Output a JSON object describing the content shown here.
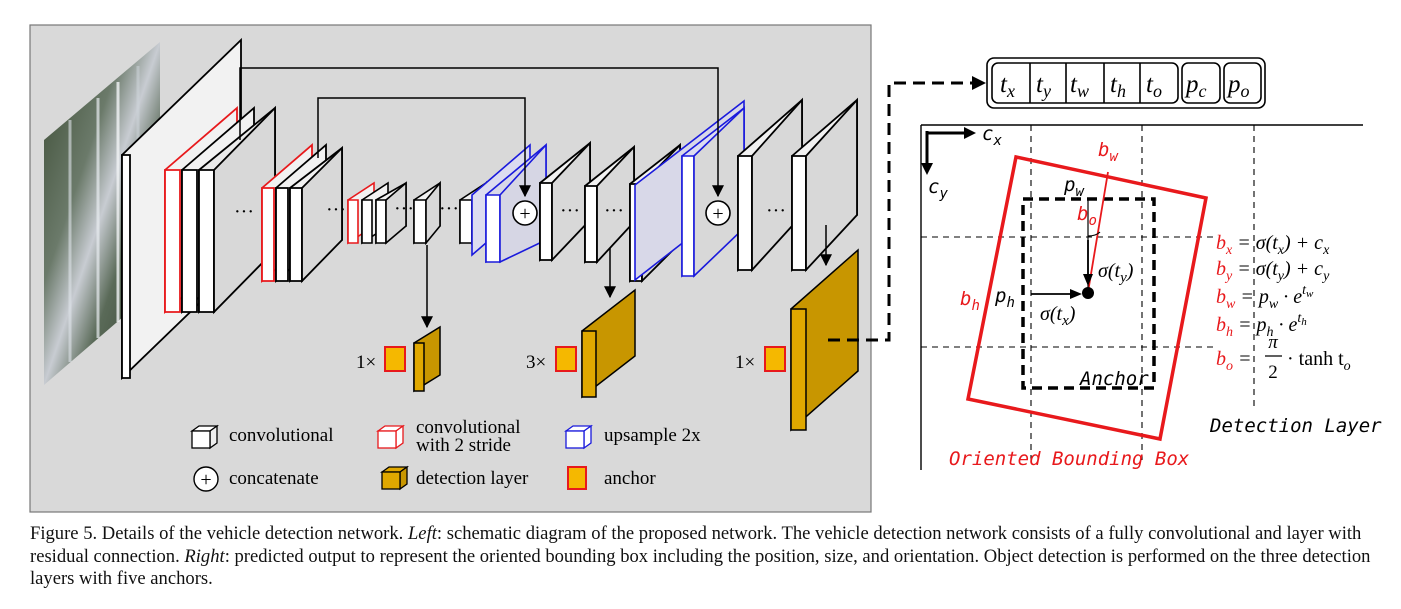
{
  "left_panel": {
    "multipliers": [
      "1×",
      "3×",
      "1×"
    ],
    "legend": {
      "convolutional": "convolutional",
      "stride2_line1": "convolutional",
      "stride2_line2": "with 2 stride",
      "upsample": "upsample 2x",
      "concatenate": "concatenate",
      "detection": "detection layer",
      "anchor": "anchor"
    },
    "dots": "···",
    "plus": "+"
  },
  "output_vector": {
    "cells": [
      {
        "base": "t",
        "sub": "x"
      },
      {
        "base": "t",
        "sub": "y"
      },
      {
        "base": "t",
        "sub": "w"
      },
      {
        "base": "t",
        "sub": "h"
      },
      {
        "base": "t",
        "sub": "o"
      },
      {
        "base": "p",
        "sub": "c"
      },
      {
        "base": "p",
        "sub": "o"
      }
    ]
  },
  "right_panel": {
    "cx_base": "c",
    "cx_sub": "x",
    "cy_base": "c",
    "cy_sub": "y",
    "bw_base": "b",
    "bw_sub": "w",
    "pw_base": "p",
    "pw_sub": "w",
    "bo_base": "b",
    "bo_sub": "o",
    "bh_base": "b",
    "bh_sub": "h",
    "ph_base": "p",
    "ph_sub": "h",
    "sigma_ty": "σ(t",
    "sigma_ty_sub": "y",
    "sigma_tx": "σ(t",
    "sigma_tx_sub": "x",
    "anchor_label": "Anchor",
    "detection_layer_label": "Detection Layer",
    "obb_label": "Oriented Bounding Box",
    "colors": {
      "red": "#e8191c",
      "gold": "#e0a800",
      "blue": "#1a1adc"
    }
  },
  "equations": {
    "eq_bx": {
      "lhs": "b",
      "sub": "x",
      "rhs": " = σ(t",
      "rhs_sub": "x",
      "tail": ") + c",
      "tail_sub": "x"
    },
    "eq_by": {
      "lhs": "b",
      "sub": "y",
      "rhs": " = σ(t",
      "rhs_sub": "y",
      "tail": ") + c",
      "tail_sub": "y"
    },
    "eq_bw": {
      "lhs": "b",
      "sub": "w",
      "rhs": " = p",
      "rhs_sub": "w",
      "tail": " · e",
      "sup_base": "t",
      "sup_sub": "w"
    },
    "eq_bh": {
      "lhs": "b",
      "sub": "h",
      "rhs": " = p",
      "rhs_sub": "h",
      "tail": " · e",
      "sup_base": "t",
      "sup_sub": "h"
    },
    "eq_bo": {
      "lhs": "b",
      "sub": "o",
      "rhs": " = ",
      "frac_num": "π",
      "frac_den": "2",
      "tail": "· tanh t",
      "tail_sub": "o"
    }
  },
  "caption": {
    "p1": "Figure 5. Details of the vehicle detection network. ",
    "left_word": "Left",
    "p2": ": schematic diagram of the proposed network. The vehicle detection network consists of a fully convolutional and layer with residual connection. ",
    "right_word": "Right",
    "p3": ": predicted output to represent the oriented bounding box including the position, size, and orientation. Object detection is performed on the three detection layers with five anchors."
  }
}
